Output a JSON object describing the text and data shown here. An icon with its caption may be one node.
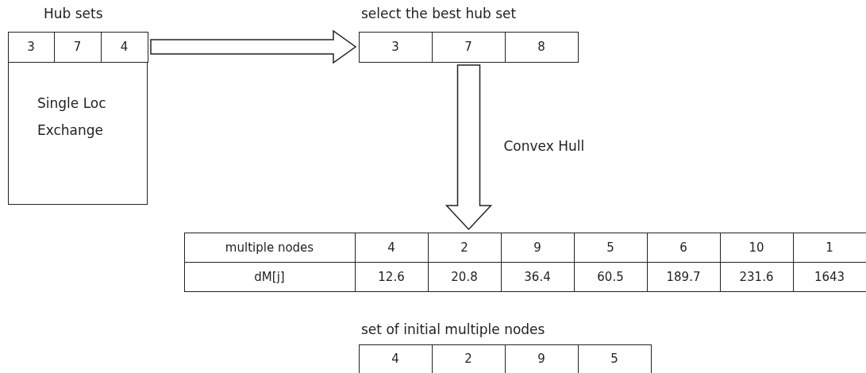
{
  "diagram": {
    "nodes": [
      {
        "text": [
          "Hub sets",
          "Single Loc Exchange"
        ]
      },
      {
        "text": [
          "select the best hub set"
        ]
      },
      {
        "text": [],
        "shape": "box"
      },
      {
        "text": [
          "set of initial multiple nodes"
        ]
      }
    ],
    "edges": [
      {
        "from": 0,
        "to": 1,
        "arrow": "to"
      },
      {
        "from": 1,
        "to": 2,
        "arrow": "to",
        "label": "Convex Hull"
      }
    ],
    "labels": [
      "3",
      "7",
      "4",
      "3",
      "7",
      "8",
      "multiple nodes",
      "4",
      "2",
      "9",
      "5",
      "6",
      "10",
      "1",
      "dM[j]",
      "12.6",
      "20.8",
      "36.4",
      "60.5",
      "189.7",
      "231.6",
      "1643",
      "4",
      "2",
      "9",
      "5"
    ]
  }
}
